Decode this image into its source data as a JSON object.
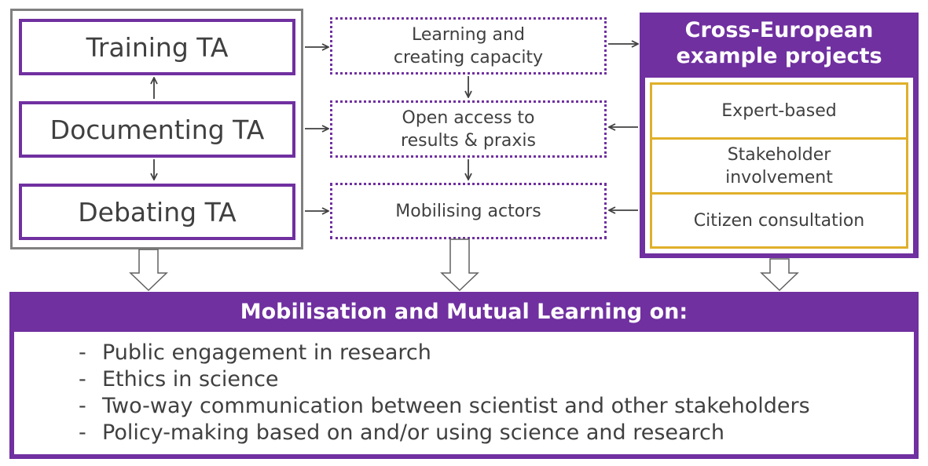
{
  "ta_boxes": [
    "Training TA",
    "Documenting TA",
    "Debating TA"
  ],
  "middle_boxes": [
    "Learning and\ncreating capacity",
    "Open access to\nresults & praxis",
    "Mobilising actors"
  ],
  "cross_european": {
    "title": "Cross-European\nexample projects",
    "items": [
      "Expert-based",
      "Stakeholder\ninvolvement",
      "Citizen consultation"
    ]
  },
  "mutual_learning": {
    "title": "Mobilisation and Mutual Learning on:",
    "items": [
      "Public engagement in research",
      "Ethics in science",
      "Two-way communication between scientist and other stakeholders",
      "Policy-making based on and/or using science and research"
    ]
  },
  "colors": {
    "purple": "#7030a0",
    "gold": "#e0b02a",
    "gray_border": "#808080",
    "text": "#404040"
  }
}
